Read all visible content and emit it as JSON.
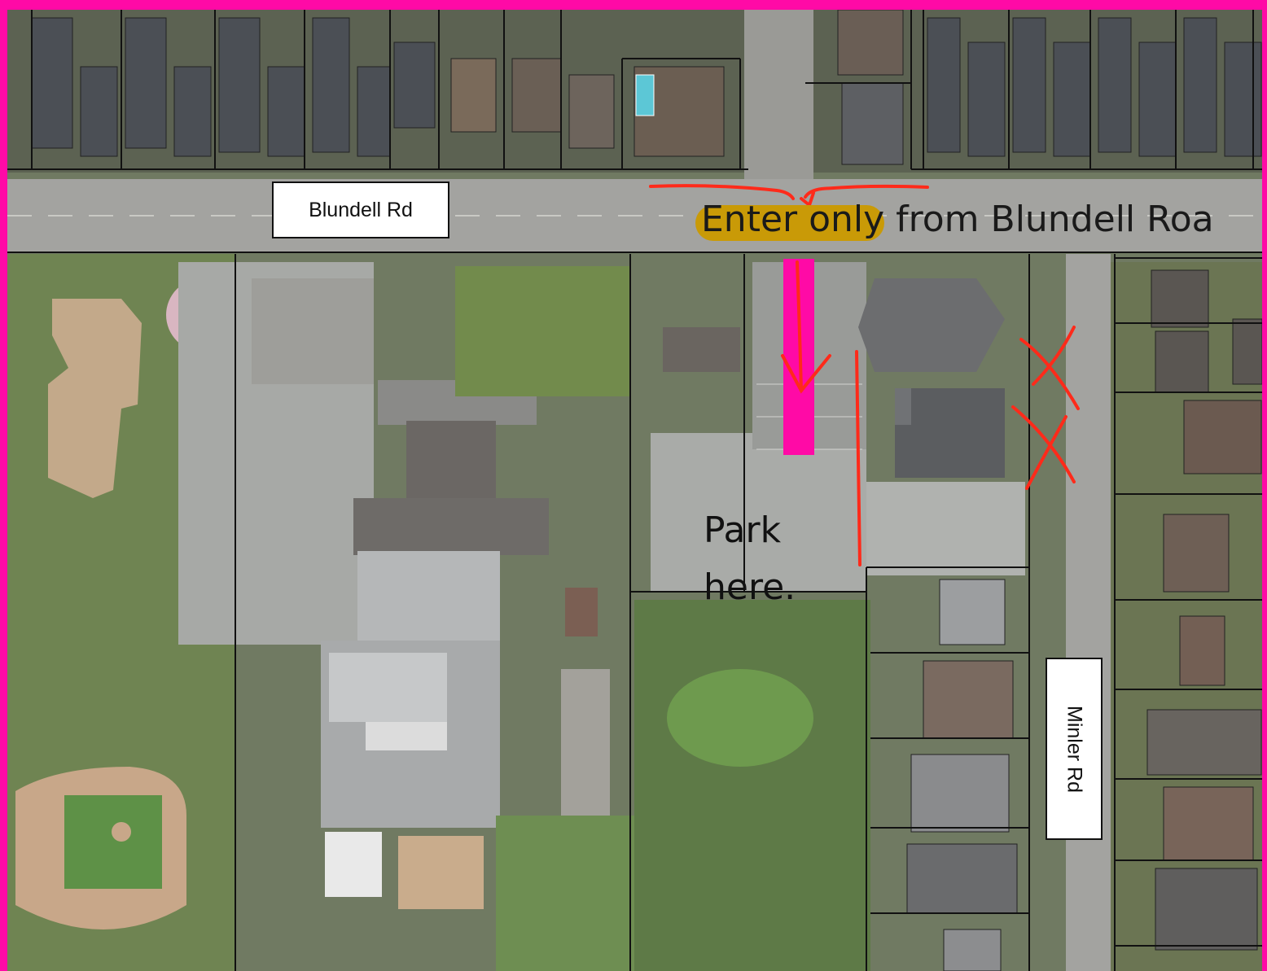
{
  "map": {
    "road_labels": {
      "blundell": "Blundell Rd",
      "minler": "Minler Rd"
    },
    "annotations": {
      "entry_instruction": "Enter only from Blundell Roa",
      "park_line_1": "Park",
      "park_line_2": "here."
    },
    "colors": {
      "frame": "#ff0aa6",
      "entry_bar": "#ff0aa6",
      "arrow": "#ff2a1a",
      "highlight": "#c99a07"
    },
    "icons": {
      "entry_arrow": "down-arrow-icon",
      "no_entry_marks": "cross-icon"
    }
  }
}
